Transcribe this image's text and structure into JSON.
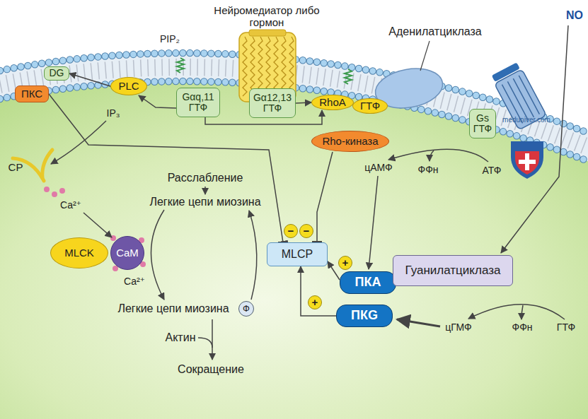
{
  "diagram": {
    "nodes": [
      {
        "text": [
          "DG"
        ]
      },
      {
        "text": [
          "ПКС"
        ]
      },
      {
        "text": [
          "PLC"
        ]
      },
      {
        "text": [
          "Gαq,11",
          "ГТФ"
        ]
      },
      {
        "text": [
          "Gα12,13",
          "ГТФ"
        ]
      },
      {
        "text": [
          "RhoA"
        ]
      },
      {
        "text": [
          "ГТФ"
        ]
      },
      {
        "text": [
          "Rho-киназа"
        ]
      },
      {
        "text": [
          "Gs",
          "ГТФ"
        ]
      },
      {
        "text": [
          "MLCK"
        ]
      },
      {
        "text": [
          "CaM"
        ]
      },
      {
        "text": [
          "Ф"
        ]
      },
      {
        "text": [
          "−"
        ]
      },
      {
        "text": [
          "−"
        ]
      },
      {
        "text": [
          "MLCP"
        ]
      },
      {
        "text": [
          "+"
        ]
      },
      {
        "text": [
          "+"
        ]
      },
      {
        "text": [
          "ПКА"
        ]
      },
      {
        "text": [
          "ПКG"
        ]
      },
      {
        "text": [
          "Гуанилатциклаза"
        ]
      }
    ],
    "edges": [
      {
        "from": 2,
        "to": 0,
        "arrow": "to"
      },
      {
        "from": 3,
        "to": 2,
        "arrow": "to"
      },
      {
        "from": 3,
        "to": 5,
        "arrow": "to"
      },
      {
        "from": 4,
        "to": 5,
        "arrow": "to"
      },
      {
        "from": 7,
        "to": 14,
        "arrow": "to"
      },
      {
        "from": 1,
        "to": 14,
        "arrow": "to"
      },
      {
        "from": 17,
        "to": 14,
        "arrow": "to"
      },
      {
        "from": 18,
        "to": 14,
        "arrow": "to"
      }
    ],
    "labels": [
      "Нейромедиатор либо гормон",
      "PIP₂",
      "Аденилатциклаза",
      "NO",
      "IP₃",
      "meduniver.com",
      "цАМФ",
      "ФФн",
      "АТФ",
      "СР",
      "Расслабление",
      "Ca²⁺",
      "Легкие цепи миозина",
      "Ca²⁺",
      "Легкие цепи миозина",
      "Актин",
      "Сокращение",
      "цГМФ",
      "ФФн",
      "ГТФ"
    ]
  }
}
